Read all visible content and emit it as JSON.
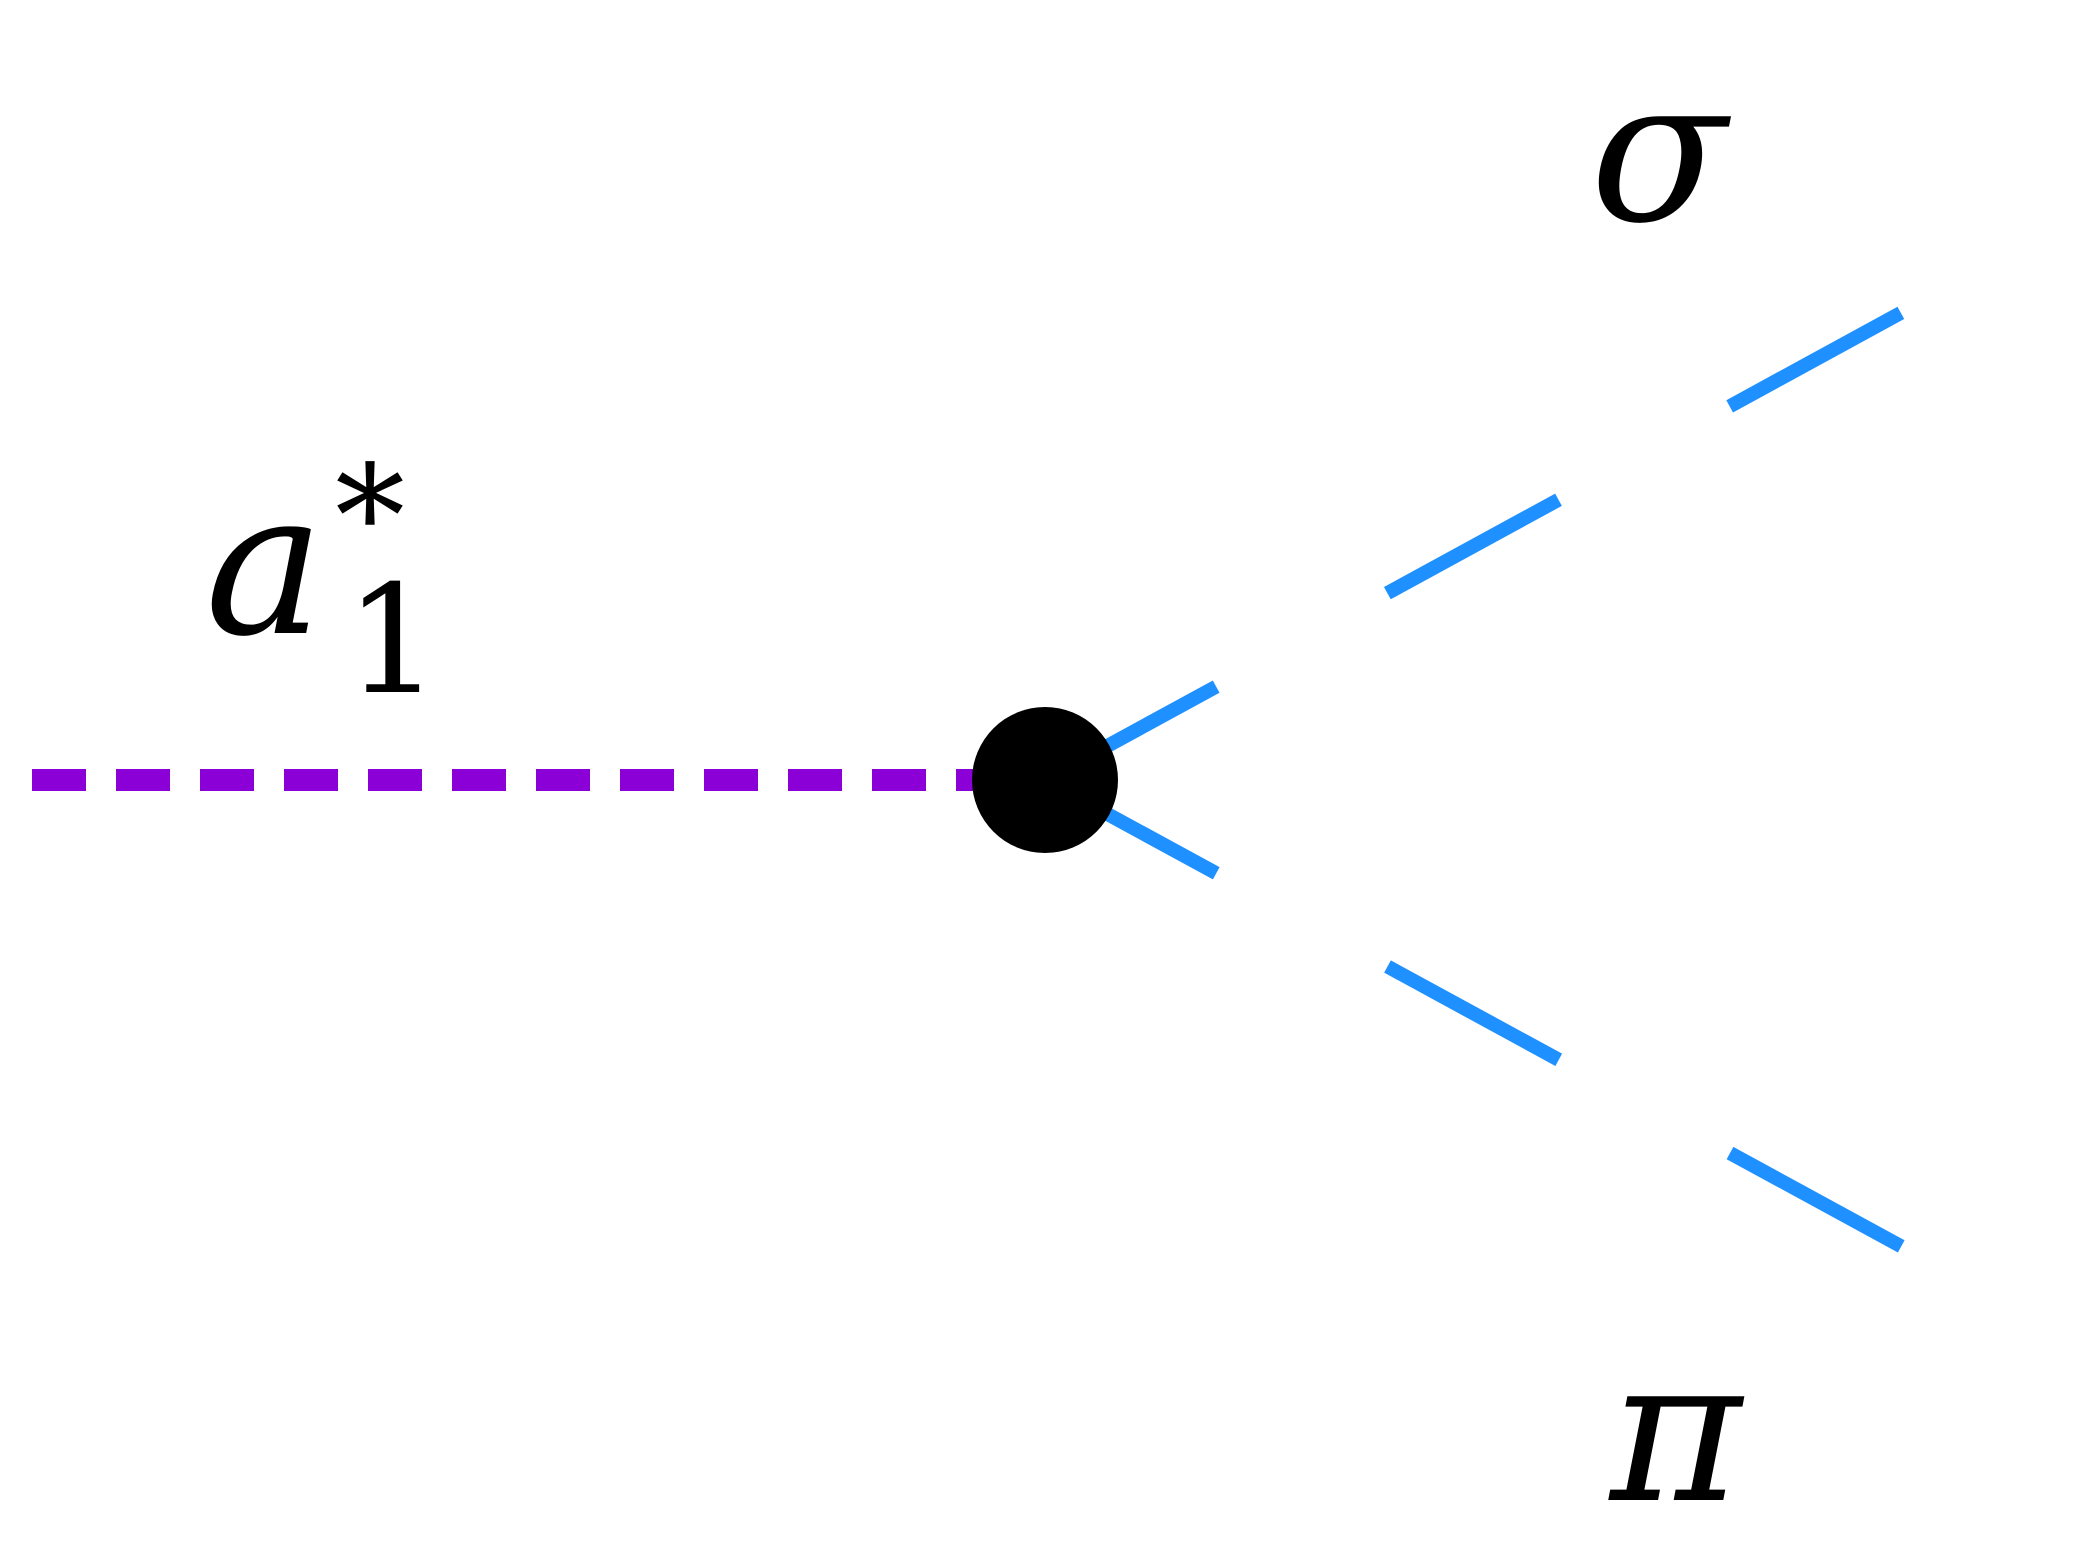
{
  "diagram": {
    "incoming": {
      "symbol": "a",
      "subscript": "1",
      "superscript": "*",
      "color": "#8B00D6",
      "style": "dashed"
    },
    "vertex": {
      "color": "#000000",
      "shape": "filled-circle"
    },
    "outgoing": [
      {
        "symbol": "σ",
        "color": "#1E90FF",
        "style": "dashed"
      },
      {
        "symbol": "π",
        "color": "#1E90FF",
        "style": "dashed"
      }
    ]
  }
}
